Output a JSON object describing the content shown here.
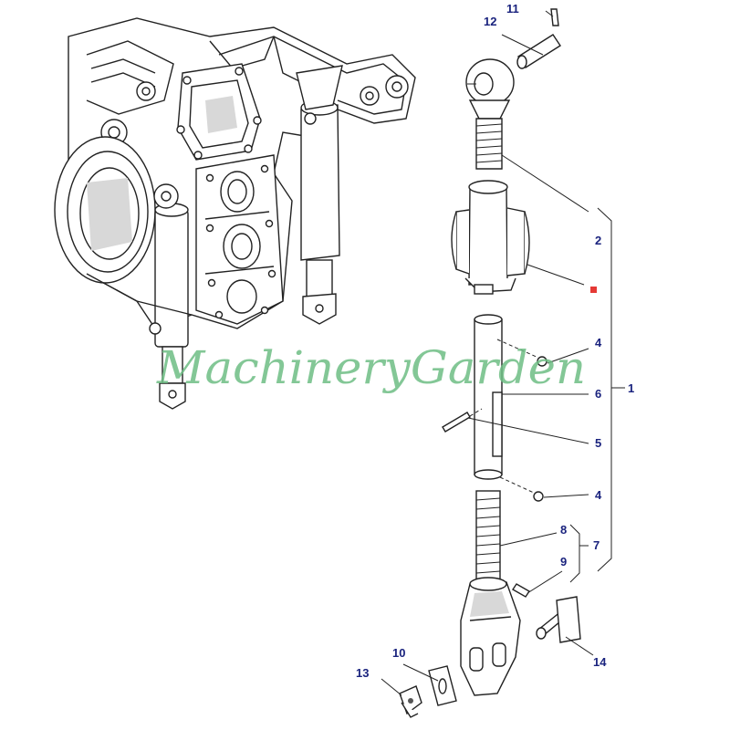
{
  "watermark": "MachineryGarden",
  "callouts": [
    {
      "id": "c1",
      "label": "1"
    },
    {
      "id": "c2",
      "label": "2"
    },
    {
      "id": "c4a",
      "label": "4"
    },
    {
      "id": "c4b",
      "label": "4"
    },
    {
      "id": "c5",
      "label": "5"
    },
    {
      "id": "c6",
      "label": "6"
    },
    {
      "id": "c7",
      "label": "7"
    },
    {
      "id": "c8",
      "label": "8"
    },
    {
      "id": "c9",
      "label": "9"
    },
    {
      "id": "c10",
      "label": "10"
    },
    {
      "id": "c11",
      "label": "11"
    },
    {
      "id": "c12",
      "label": "12"
    },
    {
      "id": "c13",
      "label": "13"
    },
    {
      "id": "c14",
      "label": "14"
    }
  ],
  "colors": {
    "callout_text": "#1a237e",
    "watermark": "#6dbd84",
    "marker": "#e53935",
    "line": "#222222"
  }
}
